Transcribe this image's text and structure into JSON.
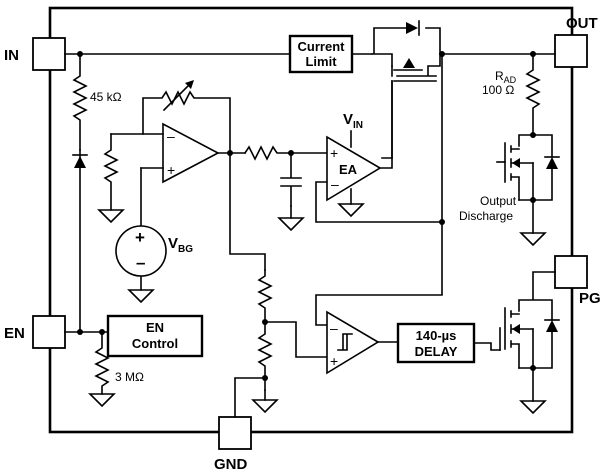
{
  "pins": {
    "in": "IN",
    "out": "OUT",
    "en": "EN",
    "pg": "PG",
    "gnd": "GND"
  },
  "blocks": {
    "current_limit_line1": "Current",
    "current_limit_line2": "Limit",
    "en_control_line1": "EN",
    "en_control_line2": "Control",
    "delay_line1": "140-µs",
    "delay_line2": "DELAY",
    "error_amp": "EA"
  },
  "labels": {
    "r_in": "45 kΩ",
    "r_en": "3 MΩ",
    "r_ad_main": "R",
    "r_ad_sub": "AD",
    "r_ad_value": "100 Ω",
    "vin_main": "V",
    "vin_sub": "IN",
    "vbg_main": "V",
    "vbg_sub": "BG",
    "output_discharge_line1": "Output",
    "output_discharge_line2": "Discharge",
    "plus": "+",
    "minus": "–"
  }
}
